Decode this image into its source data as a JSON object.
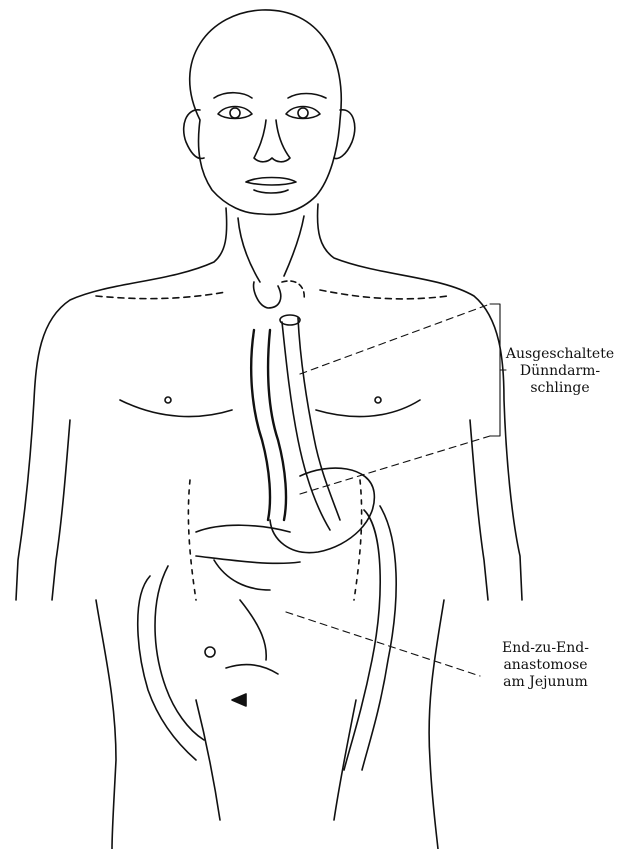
{
  "labels": {
    "top": [
      "Ausgeschaltete",
      "Dünndarm-",
      "schlinge"
    ],
    "bottom": [
      "End-zu-End-",
      "anastomose",
      "am Jejunum"
    ]
  }
}
